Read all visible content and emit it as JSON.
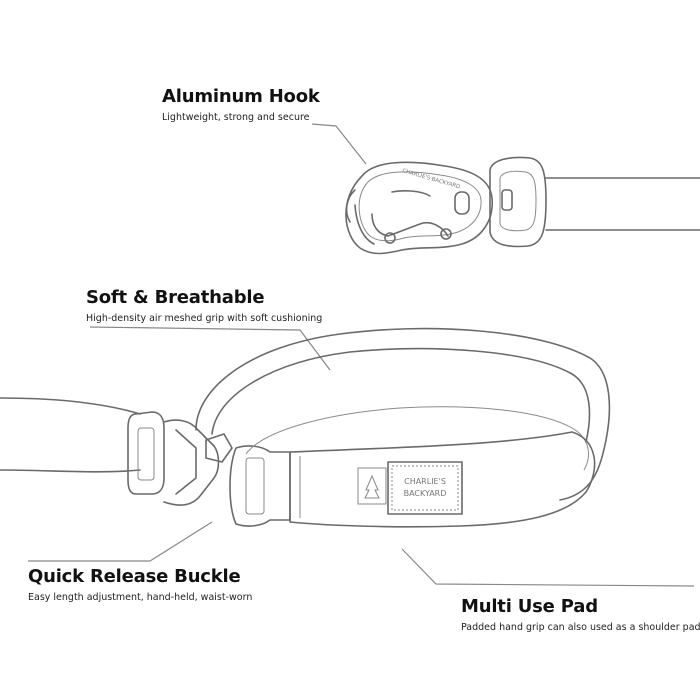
{
  "callouts": {
    "hook": {
      "title": "Aluminum Hook",
      "subtitle": "Lightweight, strong and secure"
    },
    "soft": {
      "title": "Soft & Breathable",
      "subtitle": "High-density air meshed grip with soft cushioning"
    },
    "buckle": {
      "title": "Quick Release Buckle",
      "subtitle": "Easy length adjustment, hand-held, waist-worn"
    },
    "pad": {
      "title": "Multi Use Pad",
      "subtitle": "Padded hand grip can also used as a shoulder pad"
    }
  },
  "brand": {
    "hook_engraving": "CHARLIE'S BACKYARD",
    "tag_line1": "CHARLIE'S",
    "tag_line2": "BACKYARD"
  }
}
